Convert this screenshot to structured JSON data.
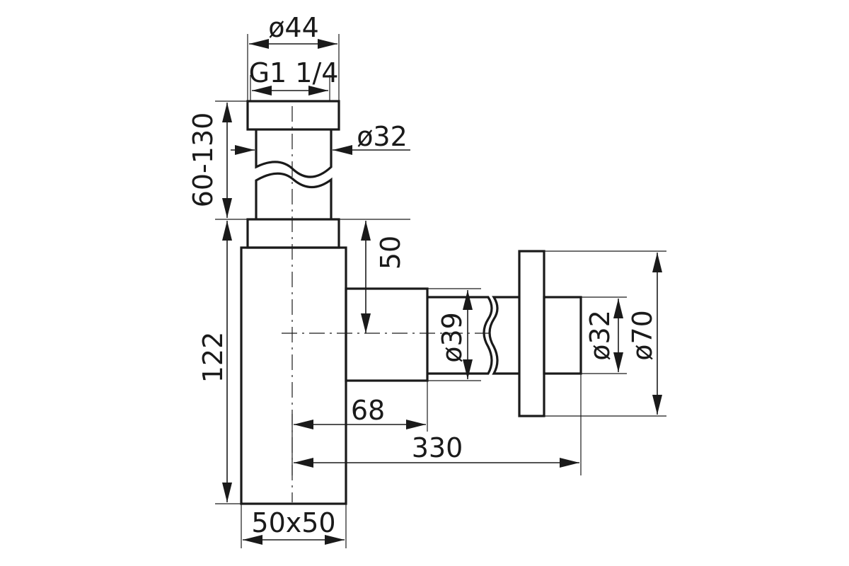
{
  "dimensions": {
    "outer_nut_diameter": "ø44",
    "thread": "G1 1/4",
    "tube_diameter": "ø32",
    "height_range": "60-130",
    "inlet_offset": "50",
    "body_height": "122",
    "body_section": "50x50",
    "outlet_offset": "68",
    "total_length": "330",
    "outlet_pipe_diameter": "ø39",
    "wall_pipe_diameter": "ø32",
    "flange_diameter": "ø70"
  }
}
